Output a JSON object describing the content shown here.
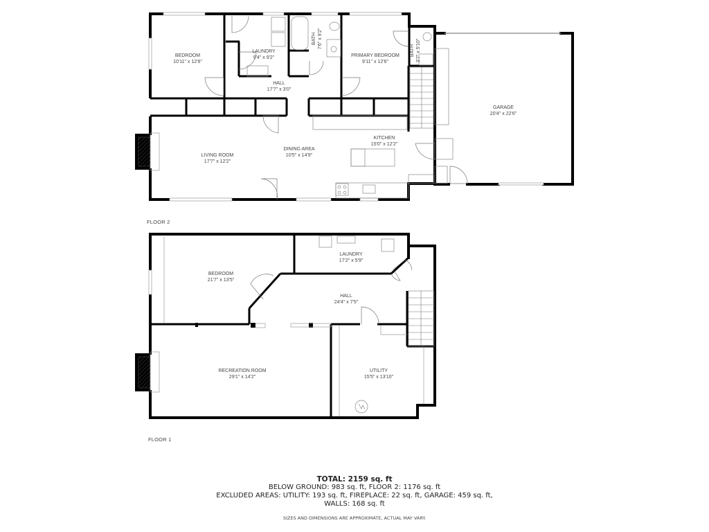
{
  "floor2": {
    "label": "FLOOR 2",
    "rooms": [
      {
        "name": "BEDROOM",
        "dims": "10'11\" x 12'6\""
      },
      {
        "name": "LAUNDRY",
        "dims": "9'4\" x 9'2\""
      },
      {
        "name": "BATH",
        "dims": "7'6\" x 9'2\""
      },
      {
        "name": "PRIMARY BEDROOM",
        "dims": "9'11\" x 12'6\""
      },
      {
        "name": "BATH",
        "dims": "3'7\" x 5'10\""
      },
      {
        "name": "HALL",
        "dims": "17'7\" x 3'0\""
      },
      {
        "name": "GARAGE",
        "dims": "20'4\" x 22'6\""
      },
      {
        "name": "LIVING ROOM",
        "dims": "17'7\" x 12'2\""
      },
      {
        "name": "DINING AREA",
        "dims": "10'5\" x 14'9\""
      },
      {
        "name": "KITCHEN",
        "dims": "15'0\" x 12'2\""
      }
    ]
  },
  "floor1": {
    "label": "FLOOR 1",
    "rooms": [
      {
        "name": "BEDROOM",
        "dims": "21'7\" x 13'5\""
      },
      {
        "name": "LAUNDRY",
        "dims": "17'2\" x 5'9\""
      },
      {
        "name": "HALL",
        "dims": "24'4\" x 7'5\""
      },
      {
        "name": "RECREATION ROOM",
        "dims": "29'1\" x 14'2\""
      },
      {
        "name": "UTILITY",
        "dims": "15'5\" x 13'10\""
      }
    ]
  },
  "summary": {
    "total": "TOTAL: 2159 sq. ft",
    "line1": "BELOW GROUND: 983 sq. ft, FLOOR 2: 1176 sq. ft",
    "line2": "EXCLUDED AREAS: UTILITY: 193 sq. ft, FIREPLACE: 22 sq. ft, GARAGE: 459 sq. ft,",
    "line3": "WALLS: 168 sq. ft",
    "disclaimer": "SIZES AND DIMENSIONS ARE APPROXIMATE, ACTUAL MAY VARY."
  },
  "colors": {
    "wall": "#000000",
    "fixture": "#888888",
    "text": "#444444"
  }
}
